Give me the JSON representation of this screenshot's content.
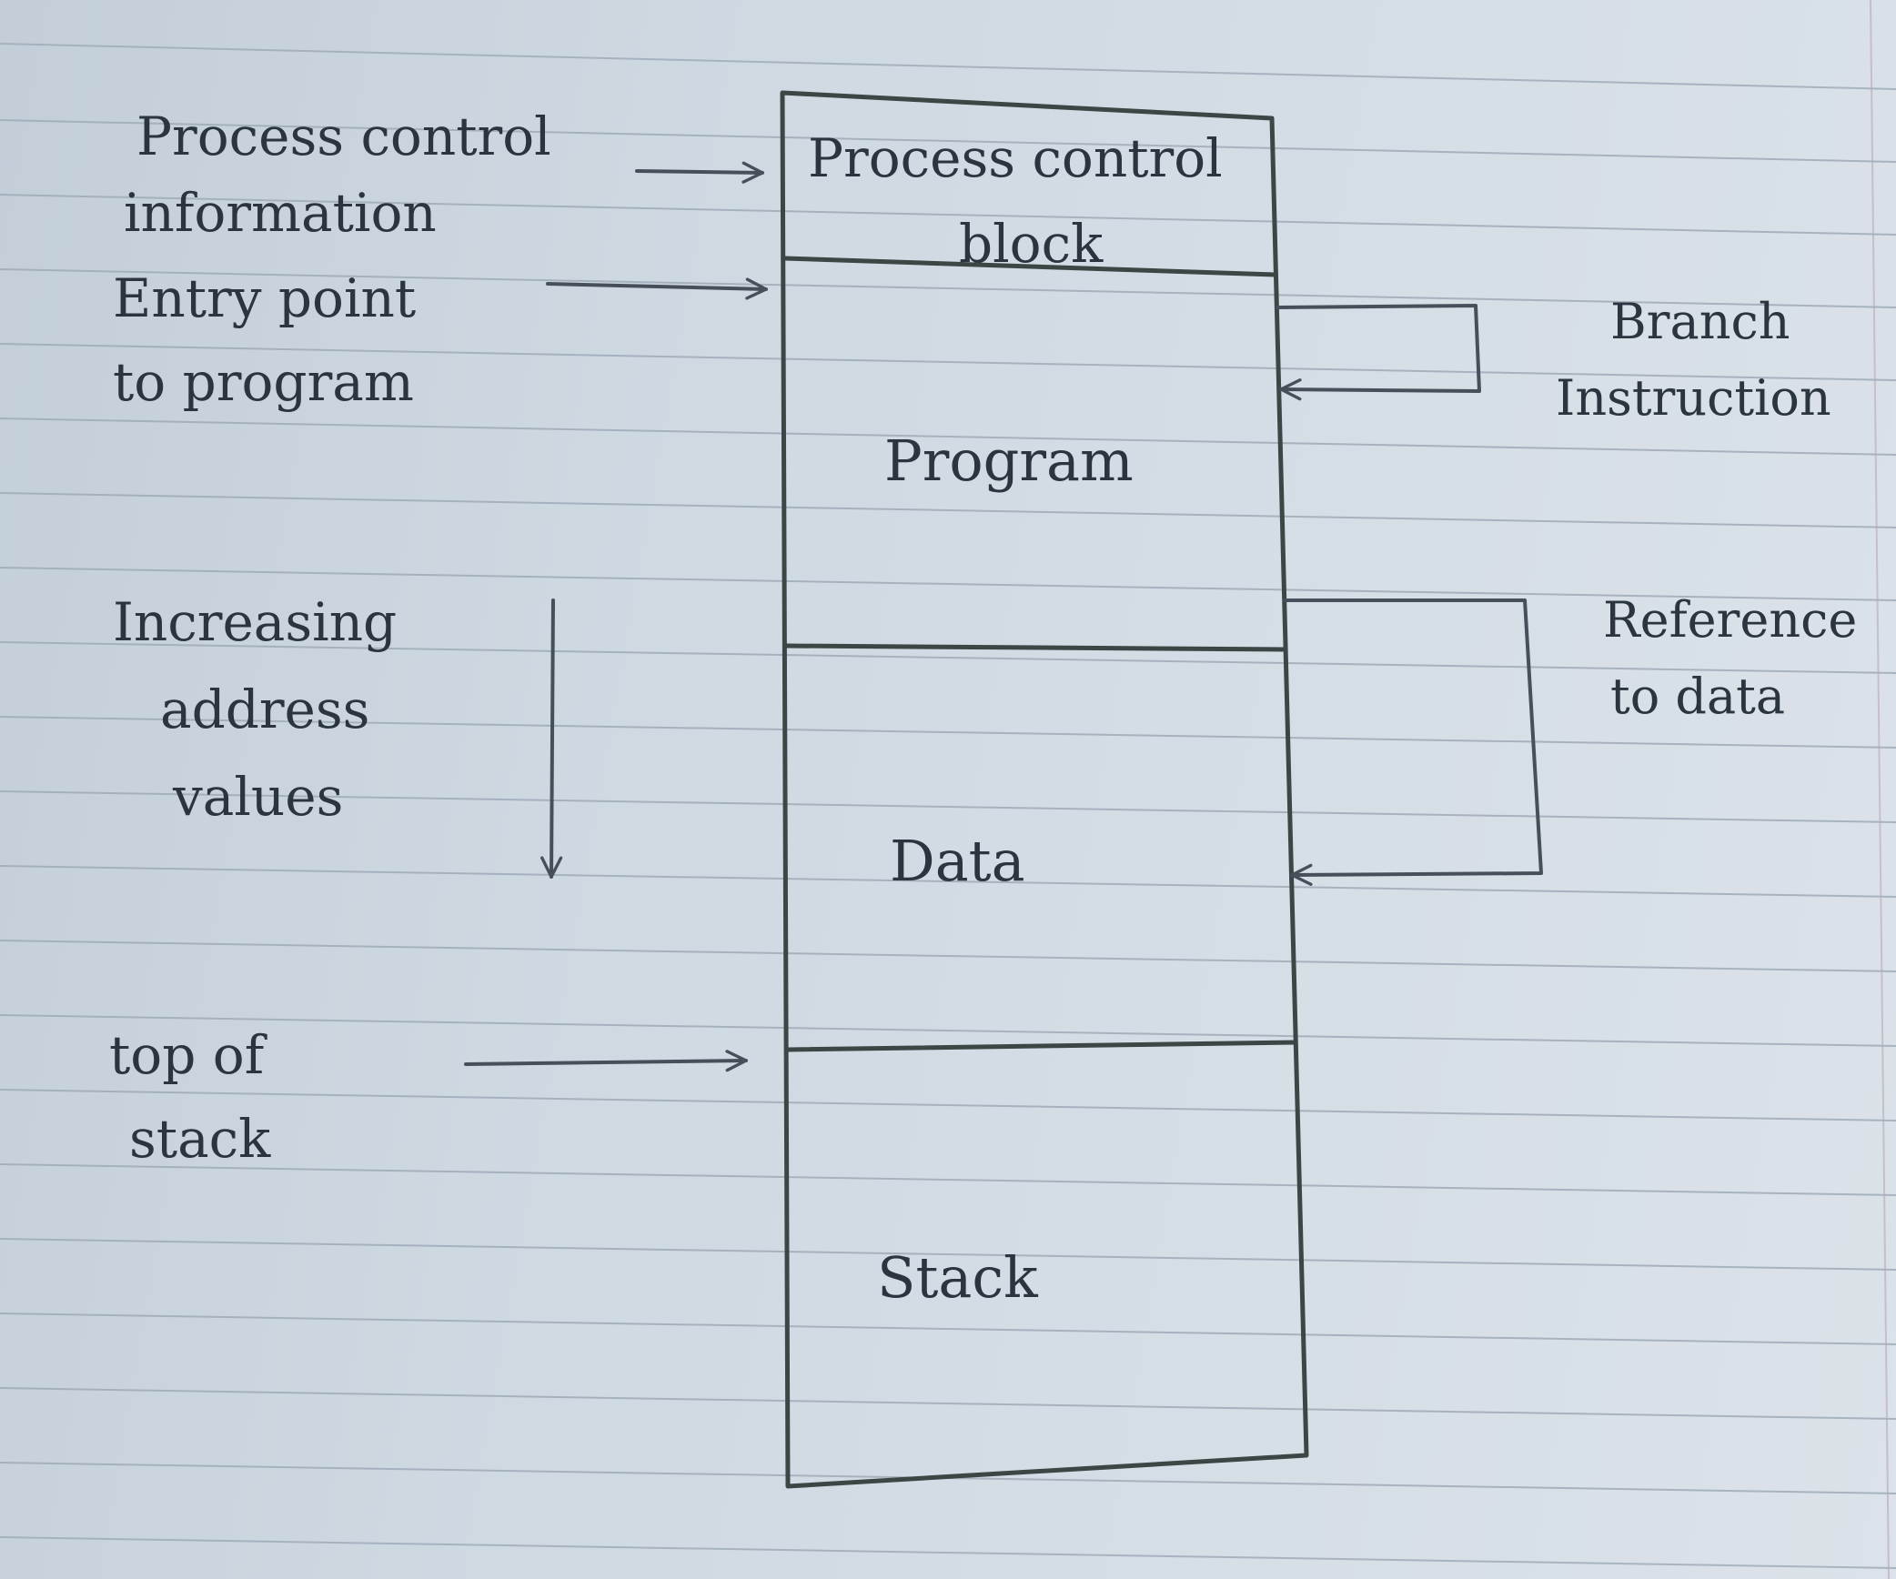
{
  "segments": {
    "pcb_line1": "Process control",
    "pcb_line2": "block",
    "program": "Program",
    "data": "Data",
    "stack": "Stack"
  },
  "left_labels": {
    "pci_line1": "Process control",
    "pci_line2": "information",
    "entry_line1": "Entry point",
    "entry_line2": "to program",
    "increasing_line1": "Increasing",
    "increasing_line2": "address",
    "increasing_line3": "values",
    "top_line1": "top of",
    "top_line2": "stack"
  },
  "right_labels": {
    "branch_line1": "Branch",
    "branch_line2": "Instruction",
    "reference_line1": "Reference",
    "reference_line2": "to data"
  }
}
